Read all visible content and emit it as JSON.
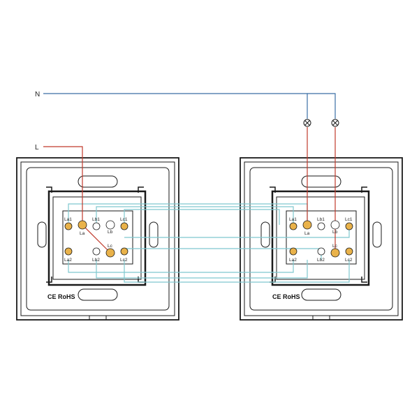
{
  "wires": {
    "neutral_label": "N",
    "live_label": "L",
    "neutral_color": "#3a6ea5",
    "live_color": "#c0392b",
    "traveler_color": "#7fc8cf"
  },
  "switch_left": {
    "terminals": {
      "la1": "La1",
      "la": "La",
      "lb1": "Lb1",
      "lb": "Lb",
      "lc1": "Lc1",
      "lc": "Lc",
      "la2": "La2",
      "lb2": "Lb2",
      "lc2": "Lc2"
    },
    "marking": "CE RoHS"
  },
  "switch_right": {
    "terminals": {
      "la1": "La1",
      "la": "La",
      "lb1": "Lb1",
      "lb": "Lb",
      "lc1": "Lc1",
      "lc": "Lc",
      "la2": "La2",
      "lb2": "Lb2",
      "lc2": "Lc2"
    },
    "marking": "CE RoHS"
  },
  "icons": {
    "lamp": "lamp-icon"
  },
  "colors": {
    "outline": "#1a1a1a",
    "terminal_fill": "#e9b24a"
  }
}
